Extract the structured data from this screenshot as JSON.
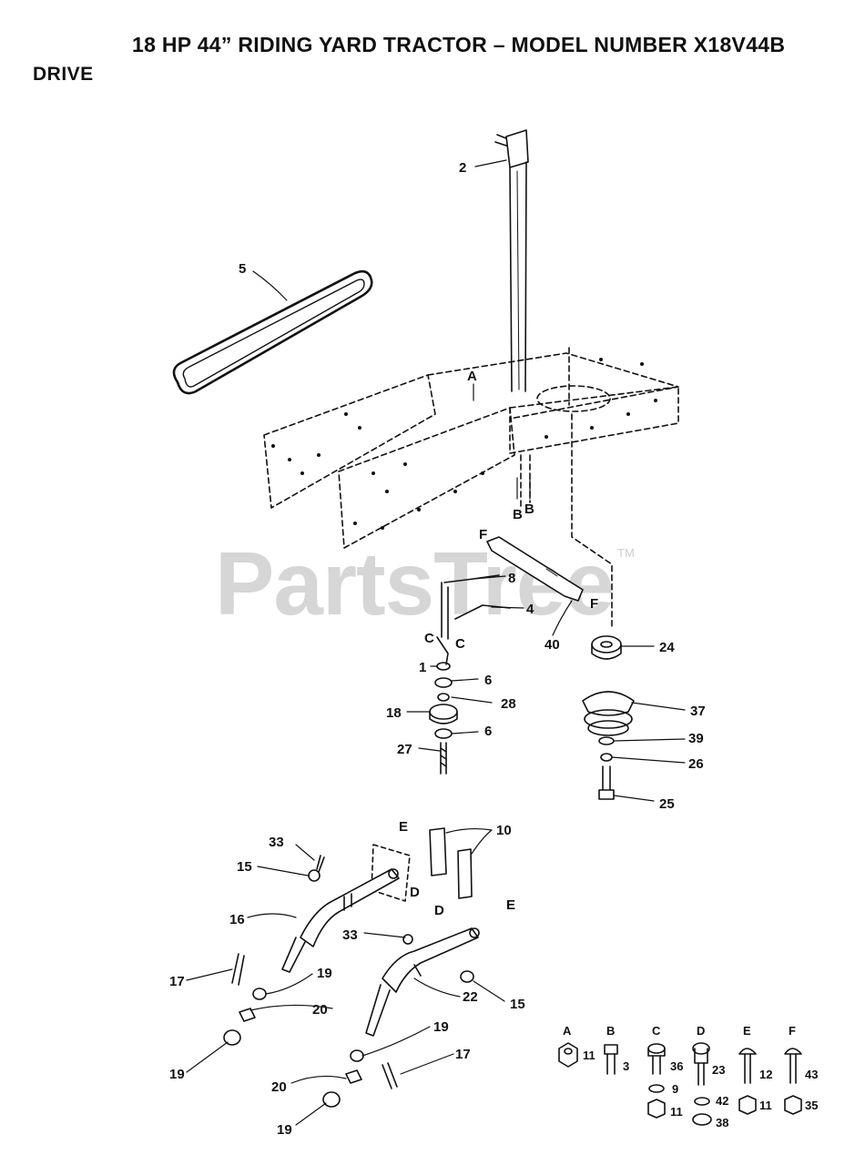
{
  "header": {
    "title": "18 HP 44” RIDING YARD TRACTOR – MODEL NUMBER X18V44B",
    "section": "DRIVE"
  },
  "watermark": {
    "text": "PartsTree",
    "trademark": "TM"
  },
  "callouts": [
    {
      "id": "c2",
      "text": "2"
    },
    {
      "id": "c5",
      "text": "5"
    },
    {
      "id": "cA",
      "text": "A"
    },
    {
      "id": "cB1",
      "text": "B"
    },
    {
      "id": "cB2",
      "text": "B"
    },
    {
      "id": "cF1",
      "text": "F"
    },
    {
      "id": "cF2",
      "text": "F"
    },
    {
      "id": "c8",
      "text": "8"
    },
    {
      "id": "c4",
      "text": "4"
    },
    {
      "id": "c40",
      "text": "40"
    },
    {
      "id": "cC1",
      "text": "C"
    },
    {
      "id": "cC2",
      "text": "C"
    },
    {
      "id": "c1",
      "text": "1"
    },
    {
      "id": "c6a",
      "text": "6"
    },
    {
      "id": "c28",
      "text": "28"
    },
    {
      "id": "c18",
      "text": "18"
    },
    {
      "id": "c6b",
      "text": "6"
    },
    {
      "id": "c27",
      "text": "27"
    },
    {
      "id": "c24",
      "text": "24"
    },
    {
      "id": "c37",
      "text": "37"
    },
    {
      "id": "c39",
      "text": "39"
    },
    {
      "id": "c26",
      "text": "26"
    },
    {
      "id": "c25",
      "text": "25"
    },
    {
      "id": "c10",
      "text": "10"
    },
    {
      "id": "cE1",
      "text": "E"
    },
    {
      "id": "cE2",
      "text": "E"
    },
    {
      "id": "cD1",
      "text": "D"
    },
    {
      "id": "cD2",
      "text": "D"
    },
    {
      "id": "c33a",
      "text": "33"
    },
    {
      "id": "c15a",
      "text": "15"
    },
    {
      "id": "c16",
      "text": "16"
    },
    {
      "id": "c33b",
      "text": "33"
    },
    {
      "id": "c17a",
      "text": "17"
    },
    {
      "id": "c19a",
      "text": "19"
    },
    {
      "id": "c20a",
      "text": "20"
    },
    {
      "id": "c22",
      "text": "22"
    },
    {
      "id": "c15b",
      "text": "15"
    },
    {
      "id": "c19b",
      "text": "19"
    },
    {
      "id": "c19c",
      "text": "19"
    },
    {
      "id": "c17b",
      "text": "17"
    },
    {
      "id": "c20b",
      "text": "20"
    },
    {
      "id": "c19d",
      "text": "19"
    }
  ],
  "hardware_key": [
    {
      "letter": "A",
      "parts": [
        "11"
      ]
    },
    {
      "letter": "B",
      "parts": [
        "3"
      ]
    },
    {
      "letter": "C",
      "parts": [
        "36",
        "9",
        "11"
      ]
    },
    {
      "letter": "D",
      "parts": [
        "23",
        "42",
        "38"
      ]
    },
    {
      "letter": "E",
      "parts": [
        "12",
        "11"
      ]
    },
    {
      "letter": "F",
      "parts": [
        "43",
        "35"
      ]
    }
  ]
}
